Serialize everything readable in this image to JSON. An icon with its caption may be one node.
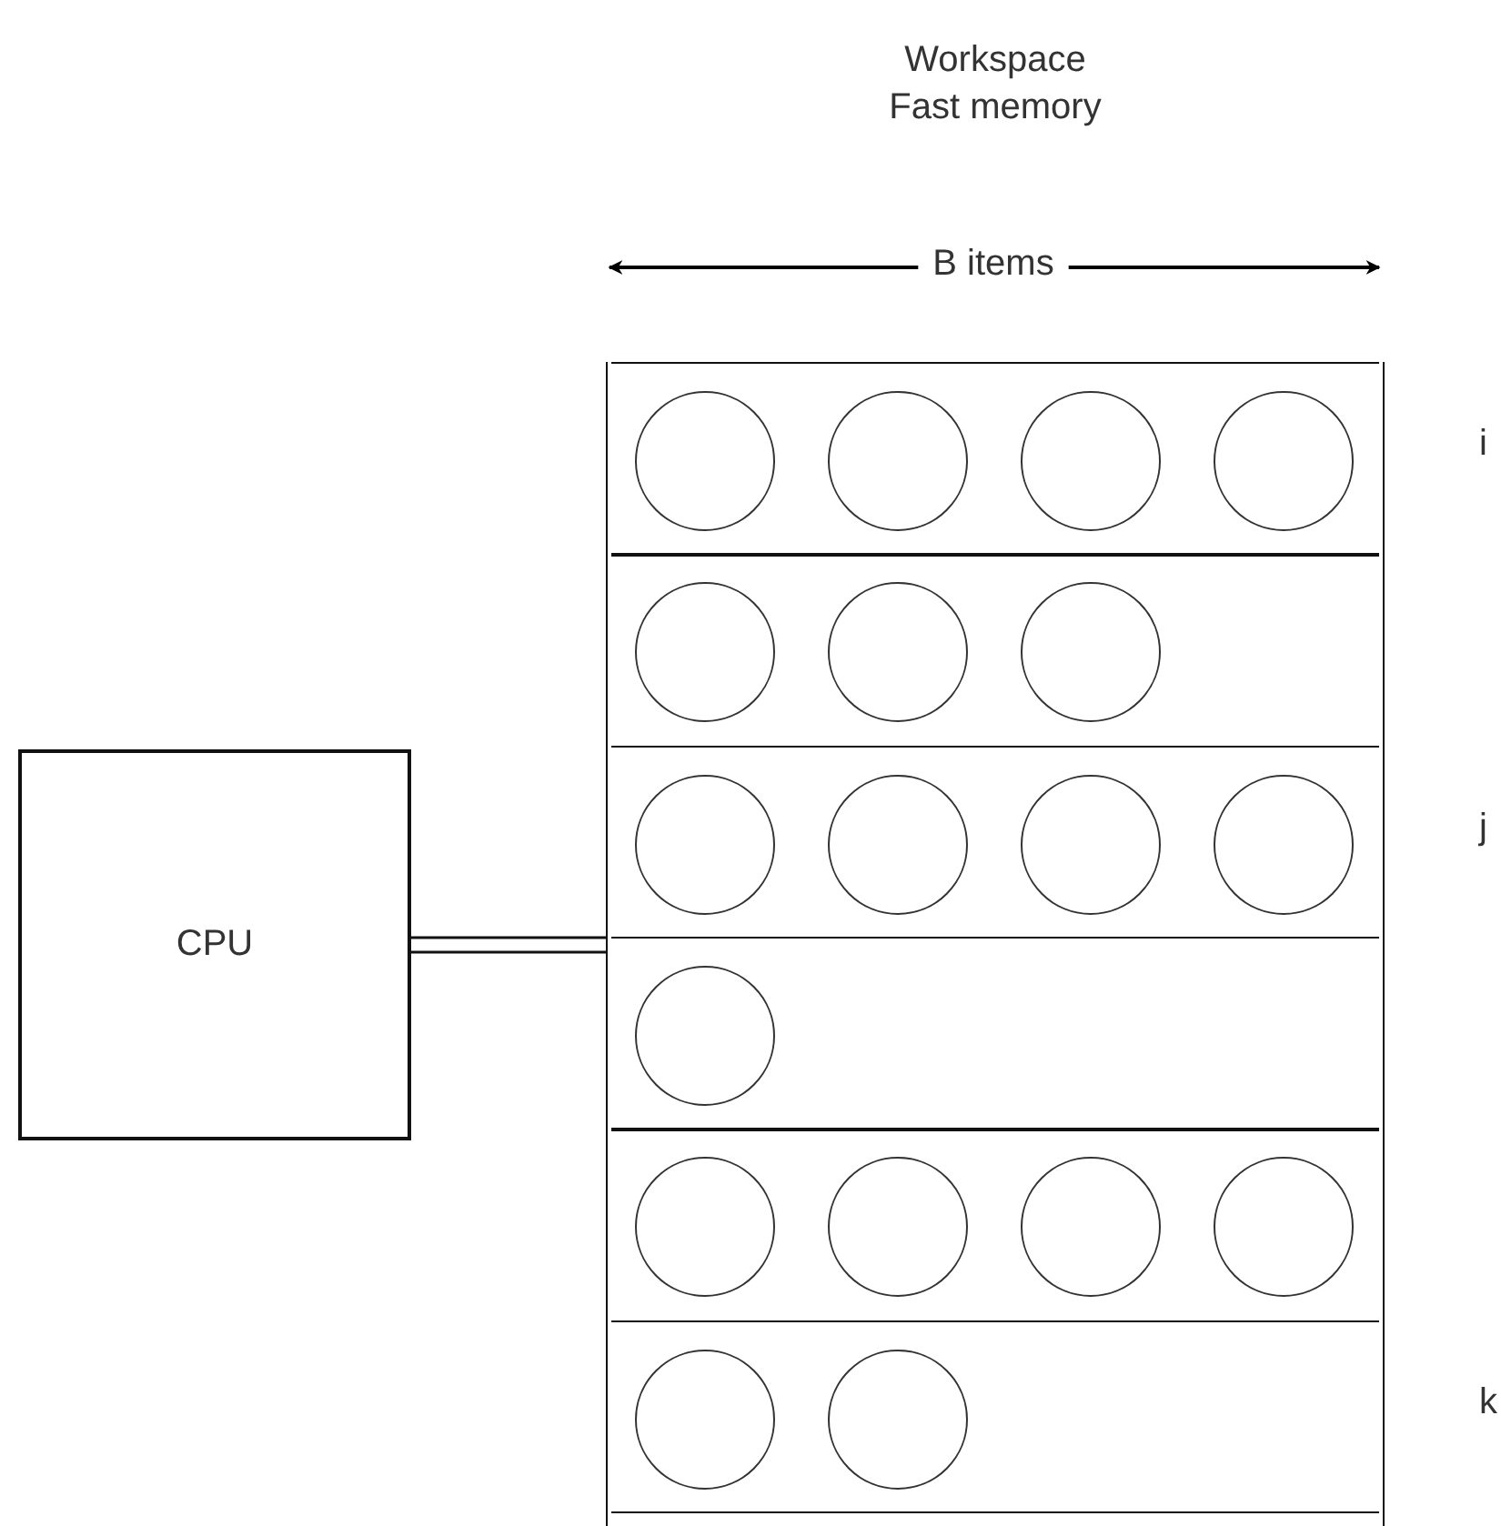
{
  "diagram": {
    "nodes": [
      {
        "text": [
          "CPU"
        ]
      },
      {
        "text": [
          "Workspace Fast memory"
        ]
      },
      {
        "text": [],
        "shape": "box",
        "in": 1,
        "beside": [
          "i"
        ]
      },
      {
        "text": [],
        "shape": "circle",
        "in": 2
      },
      {
        "text": [],
        "shape": "circle",
        "in": 2
      },
      {
        "text": [],
        "shape": "circle",
        "in": 2
      },
      {
        "text": [],
        "shape": "circle",
        "in": 2
      },
      {
        "text": [],
        "shape": "box",
        "in": 1
      },
      {
        "text": [],
        "shape": "circle",
        "in": 7
      },
      {
        "text": [],
        "shape": "circle",
        "in": 7
      },
      {
        "text": [],
        "shape": "circle",
        "in": 7
      },
      {
        "text": [],
        "shape": "box",
        "in": 1,
        "beside": [
          "j"
        ]
      },
      {
        "text": [],
        "shape": "circle",
        "in": 11
      },
      {
        "text": [],
        "shape": "circle",
        "in": 11
      },
      {
        "text": [],
        "shape": "circle",
        "in": 11
      },
      {
        "text": [],
        "shape": "circle",
        "in": 11
      },
      {
        "text": [],
        "shape": "box",
        "in": 1
      },
      {
        "text": [],
        "shape": "circle",
        "in": 16
      },
      {
        "text": [],
        "shape": "box",
        "in": 1
      },
      {
        "text": [],
        "shape": "circle",
        "in": 18
      },
      {
        "text": [],
        "shape": "circle",
        "in": 18
      },
      {
        "text": [],
        "shape": "circle",
        "in": 18
      },
      {
        "text": [],
        "shape": "circle",
        "in": 18
      },
      {
        "text": [],
        "shape": "box",
        "in": 1,
        "beside": [
          "k"
        ]
      },
      {
        "text": [],
        "shape": "circle",
        "in": 23
      },
      {
        "text": [],
        "shape": "circle",
        "in": 23
      }
    ],
    "edges": [
      {
        "from": 0,
        "to": 1,
        "arrow": "none"
      }
    ],
    "labels": [
      "B items"
    ]
  }
}
